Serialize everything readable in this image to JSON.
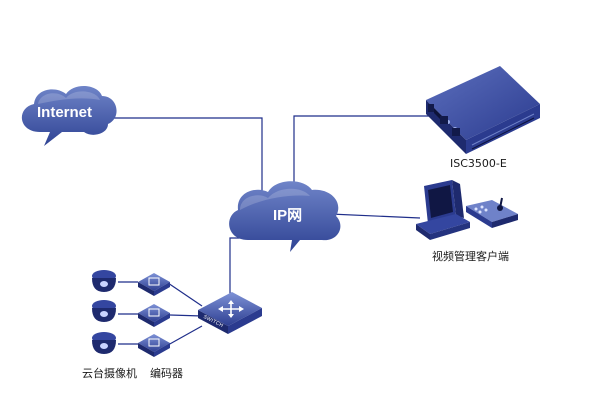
{
  "nodes": {
    "internet": {
      "label": "Internet"
    },
    "ip_network": {
      "label": "IP网"
    },
    "server": {
      "label": "ISC3500-E"
    },
    "client": {
      "label": "视频管理客户端"
    },
    "cameras": {
      "label": "云台摄像机"
    },
    "encoders": {
      "label": "编码器"
    },
    "switch": {
      "label": "SWITCH"
    }
  },
  "colors": {
    "link": "#1f2e8a",
    "cloud": "#3f55a6",
    "device_dark": "#1e2a6e",
    "device_mid": "#3446a0",
    "device_light": "#6f82c9"
  }
}
